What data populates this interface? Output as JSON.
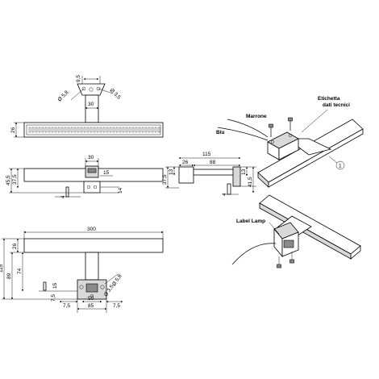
{
  "views": {
    "top": {
      "d_58": "Ø 5,8",
      "d_95": "9,5",
      "d_35": "Ø 3,5",
      "d_30": "30",
      "d_26": "26"
    },
    "front": {
      "d_30": "30",
      "d_15": "15",
      "d_455": "45,5",
      "d_375": "37,5",
      "d_4": "4",
      "d_14": "14"
    },
    "side": {
      "d_115": "115",
      "d_26": "26",
      "d_88": "88",
      "d_13a": "13",
      "d_415": "41,5",
      "d_375": "37,5",
      "d_13b": "13",
      "d_4": "4"
    },
    "bottom": {
      "d_300": "300",
      "d_26": "26",
      "d_89": "89",
      "d_115": "115",
      "d_74": "74",
      "d_58": "Ø 5,8",
      "d_35": "Ø 3,5",
      "d_15": "15",
      "d_75a": "7,5",
      "d_75b": "7,5",
      "d_75c": "7,5",
      "d_50": "50",
      "d_85": "85"
    },
    "iso_top": {
      "marrone": "Marrone",
      "blu": "Blu",
      "etichetta_1": "Etichetta",
      "etichetta_2": "dati tecnici",
      "callout": "1"
    },
    "iso_bottom": {
      "label_lamp": "Label Lamp"
    }
  }
}
